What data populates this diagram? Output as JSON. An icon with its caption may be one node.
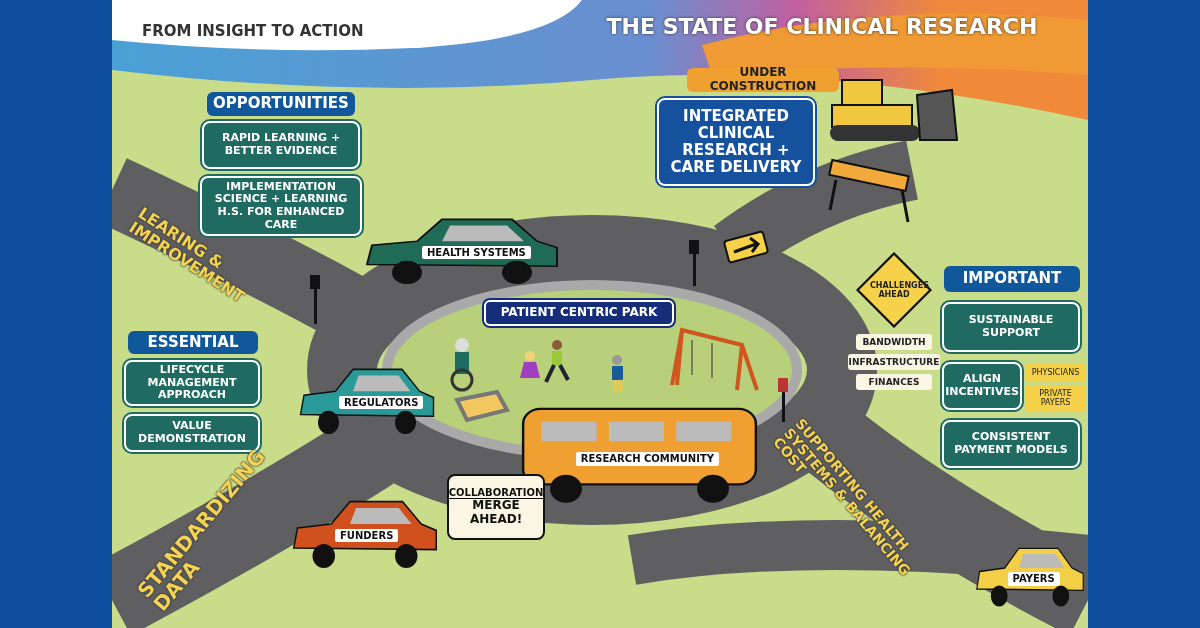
{
  "diagram": {
    "title": "THE STATE OF CLINICAL RESEARCH",
    "nodes": [
      {
        "text": [
          "OPPORTUNITIES"
        ]
      },
      {
        "text": [
          "RAPID LEARNING + BETTER EVIDENCE"
        ]
      },
      {
        "text": [
          "IMPLEMENTATION SCIENCE + LEARNING H.S. FOR ENHANCED CARE"
        ]
      },
      {
        "text": [
          "ESSENTIAL"
        ]
      },
      {
        "text": [
          "LIFECYCLE MANAGEMENT APPROACH"
        ]
      },
      {
        "text": [
          "VALUE DEMONSTRATION"
        ]
      },
      {
        "text": [
          "UNDER CONSTRUCTION"
        ]
      },
      {
        "text": [
          "INTEGRATED CLINICAL RESEARCH + CARE DELIVERY"
        ]
      },
      {
        "text": [
          "HEALTH SYSTEMS"
        ]
      },
      {
        "text": [
          "PATIENT CENTRIC PARK"
        ]
      },
      {
        "text": [
          "REGULATORS"
        ]
      },
      {
        "text": [
          "RESEARCH COMMUNITY"
        ]
      },
      {
        "text": [
          "COLLABORATION",
          "MERGE AHEAD!"
        ]
      },
      {
        "text": [
          "FUNDERS"
        ]
      },
      {
        "text": [
          "CHALLENGES AHEAD"
        ]
      },
      {
        "text": [
          "BANDWIDTH"
        ]
      },
      {
        "text": [
          "INFRASTRUCTURE"
        ]
      },
      {
        "text": [
          "FINANCES"
        ]
      },
      {
        "text": [
          "IMPORTANT"
        ]
      },
      {
        "text": [
          "SUSTAINABLE SUPPORT"
        ]
      },
      {
        "text": [
          "ALIGN INCENTIVES"
        ]
      },
      {
        "text": [
          "PHYSICIANS"
        ]
      },
      {
        "text": [
          "PRIVATE PAYERS"
        ]
      },
      {
        "text": [
          "CONSISTENT PAYMENT MODELS"
        ]
      },
      {
        "text": [
          "PAYERS"
        ]
      }
    ],
    "labels": [
      "FROM INSIGHT TO ACTION",
      "LEARING & IMPROVEMENT",
      "STANDARDIZING DATA",
      "SUPPORTING HEALTH SYSTEMS & BALANCING COST"
    ]
  }
}
